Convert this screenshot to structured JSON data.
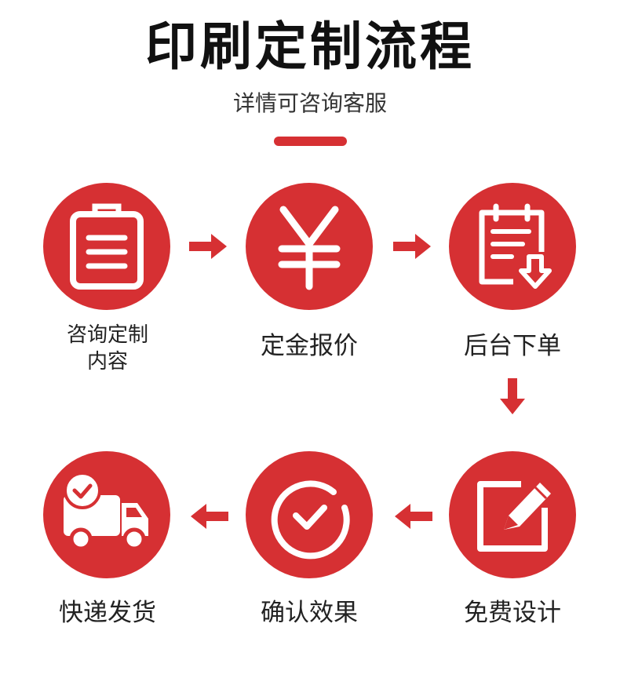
{
  "header": {
    "title": "印刷定制流程",
    "subtitle": "详情可咨询客服"
  },
  "colors": {
    "accent": "#d63033",
    "text": "#222222"
  },
  "steps": [
    {
      "label": "咨询定制\n内容",
      "icon": "clipboard-icon"
    },
    {
      "label": "定金报价",
      "icon": "yen-icon"
    },
    {
      "label": "后台下单",
      "icon": "document-download-icon"
    },
    {
      "label": "免费设计",
      "icon": "edit-pencil-icon"
    },
    {
      "label": "确认效果",
      "icon": "check-circle-icon"
    },
    {
      "label": "快递发货",
      "icon": "delivery-truck-icon"
    }
  ]
}
